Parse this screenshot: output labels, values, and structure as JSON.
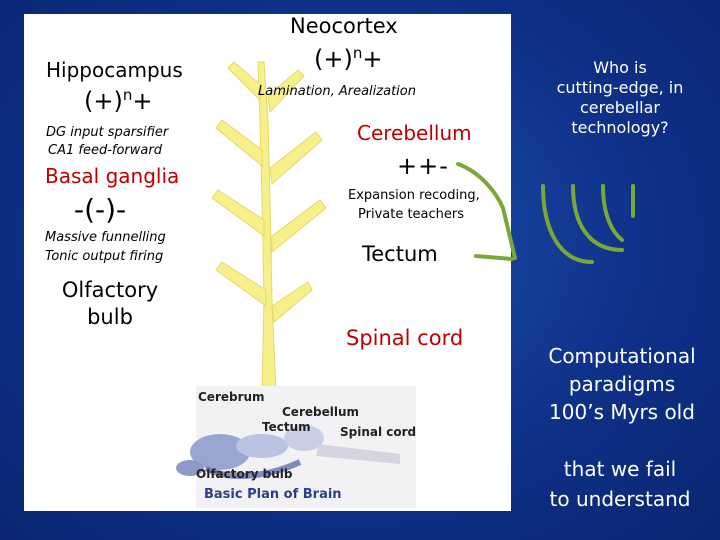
{
  "left": {
    "hippocampus": {
      "title": "Hippocampus",
      "formula": "(+)",
      "exp": "n",
      "plus": "+",
      "note1": "DG input sparsifier",
      "note2": "CA1 feed-forward"
    },
    "basal_ganglia": {
      "title": "Basal ganglia",
      "formula": "-(-)-",
      "note1": "Massive funnelling",
      "note2": "Tonic output firing"
    },
    "olfactory": {
      "line1": "Olfactory",
      "line2": "bulb"
    }
  },
  "center": {
    "neocortex": {
      "title": "Neocortex",
      "formula": "(+)",
      "exp": "n",
      "plus": "+",
      "note": "Lamination, Arealization"
    },
    "cerebellum": {
      "title": "Cerebellum",
      "formula": "++-",
      "note1": "Expansion recoding,",
      "note2": "Private teachers"
    },
    "tectum": "Tectum",
    "spinal_cord": "Spinal cord"
  },
  "brain_image": {
    "cerebrum": "Cerebrum",
    "cerebellum": "Cerebellum",
    "tectum": "Tectum",
    "spinal_cord": "Spinal cord",
    "olfactory_bulb": "Olfactory bulb",
    "caption": "Basic Plan of Brain"
  },
  "right": {
    "question": [
      "Who is",
      "cutting-edge, in",
      "cerebellar",
      "technology?"
    ],
    "paradigm": [
      "Computational",
      "paradigms",
      "100’s Myrs old"
    ],
    "fail": [
      "that we fail",
      "to understand"
    ]
  },
  "colors": {
    "background": "#0d2f86",
    "tree": "#f7f08a",
    "arrow": "#78a838",
    "red": "#c00000"
  }
}
